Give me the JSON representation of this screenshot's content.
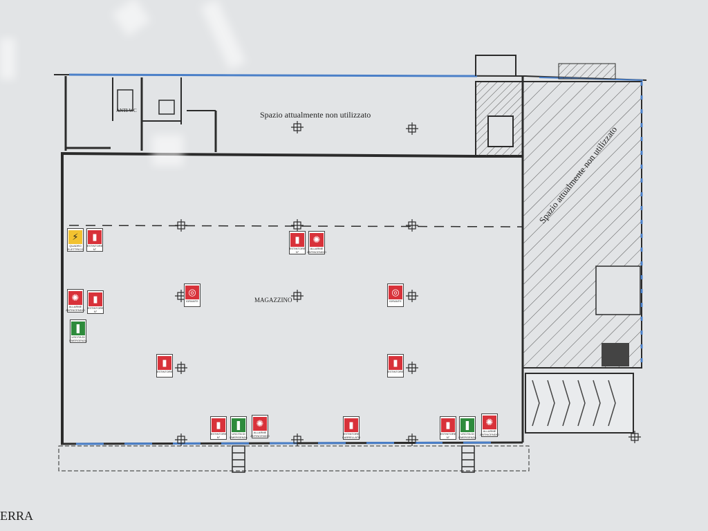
{
  "plan": {
    "top_room_label": "Spazio attualmente non utilizzato",
    "side_room_label": "Spazio attualmente non utilizzato",
    "main_room_label": "MAGAZZINO",
    "antiwc_label": "ANTI WC",
    "footer_fragment": "ERRA"
  },
  "colors": {
    "wall": "#2b2b2b",
    "window": "#4a7fc8",
    "sign_red": "#d8323a",
    "sign_green": "#2e8b3c",
    "sign_yellow": "#f2c230"
  },
  "signs": [
    {
      "id": "quadro-elettrico",
      "kind": "yellow",
      "icon": "electric-hazard-icon",
      "glyph": "⚡",
      "caption": "QUADRO\nELETTRICO"
    },
    {
      "id": "estintore-1",
      "kind": "red",
      "icon": "fire-extinguisher-icon",
      "glyph": "▮",
      "caption": "ESTINTORE\nN°"
    },
    {
      "id": "allarme-1",
      "kind": "red",
      "icon": "fire-alarm-icon",
      "glyph": "✺",
      "caption": "ALLARME\nANTINCENDIO"
    },
    {
      "id": "estintore-2",
      "kind": "red",
      "icon": "fire-extinguisher-icon",
      "glyph": "▮",
      "caption": "ESTINTORE\nN°"
    },
    {
      "id": "uscita-1",
      "kind": "green",
      "icon": "emergency-exit-icon",
      "glyph": "❚",
      "caption": "USCITA DI\nEMERGENZA"
    },
    {
      "id": "estintore-3",
      "kind": "red",
      "icon": "fire-extinguisher-icon",
      "glyph": "▮",
      "caption": "ESTINTORE\nN°"
    },
    {
      "id": "allarme-2",
      "kind": "red",
      "icon": "fire-alarm-icon",
      "glyph": "✺",
      "caption": "ALLARME\nANTINCENDIO"
    },
    {
      "id": "idrante-1",
      "kind": "red",
      "icon": "fire-hose-icon",
      "glyph": "◎",
      "caption": "IDRANTE"
    },
    {
      "id": "idrante-2",
      "kind": "red",
      "icon": "fire-hose-icon",
      "glyph": "◎",
      "caption": "IDRANTE"
    },
    {
      "id": "estintore-4",
      "kind": "red",
      "icon": "fire-extinguisher-icon",
      "glyph": "▮",
      "caption": "ESTINTORE"
    },
    {
      "id": "estintore-5",
      "kind": "red",
      "icon": "fire-extinguisher-icon",
      "glyph": "▮",
      "caption": "ESTINTORE"
    },
    {
      "id": "estintore-6",
      "kind": "red",
      "icon": "fire-extinguisher-icon",
      "glyph": "▮",
      "caption": "ESTINTORE\nN°"
    },
    {
      "id": "uscita-2",
      "kind": "green",
      "icon": "emergency-exit-icon",
      "glyph": "❚",
      "caption": "USCITA DI\nEMERGENZA"
    },
    {
      "id": "allarme-3",
      "kind": "red",
      "icon": "fire-alarm-icon",
      "glyph": "✺",
      "caption": "ALLARME\nANTINCENDIO"
    },
    {
      "id": "estintore-7",
      "kind": "red",
      "icon": "fire-extinguisher-icon",
      "glyph": "▮",
      "caption": "ESTINTORE\nCARRELLATO"
    },
    {
      "id": "estintore-8",
      "kind": "red",
      "icon": "fire-extinguisher-icon",
      "glyph": "▮",
      "caption": "ESTINTORE\nN°"
    },
    {
      "id": "uscita-3",
      "kind": "green",
      "icon": "emergency-exit-icon",
      "glyph": "❚",
      "caption": "USCITA DI\nEMERGENZA"
    },
    {
      "id": "allarme-4",
      "kind": "red",
      "icon": "fire-alarm-icon",
      "glyph": "✺",
      "caption": "ALLARME\nANTINCENDIO"
    }
  ]
}
